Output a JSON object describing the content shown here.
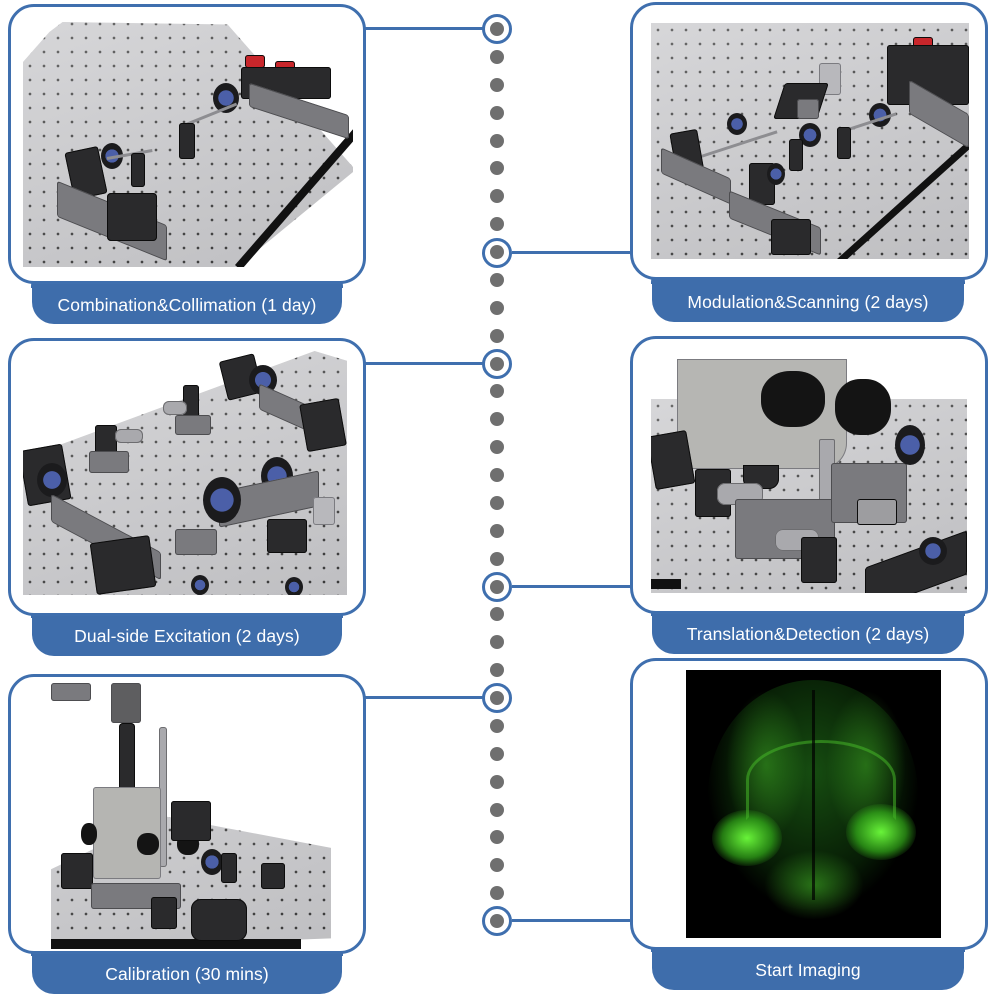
{
  "diagram": {
    "type": "timeline",
    "accent_color": "#3f6fae",
    "tab_color": "#3e6dab",
    "dot_color": "#6f6f6f",
    "steps": [
      {
        "id": "combination",
        "label": "Combination&Collimation (1 day)",
        "side": "left",
        "order": 1,
        "image": "optical-breadboard-laser-combination-render"
      },
      {
        "id": "modulation",
        "label": "Modulation&Scanning (2 days)",
        "side": "right",
        "order": 2,
        "image": "optical-breadboard-modulation-scanning-render"
      },
      {
        "id": "dual-side",
        "label": "Dual-side Excitation (2 days)",
        "side": "left",
        "order": 3,
        "image": "optical-breadboard-dual-side-excitation-render"
      },
      {
        "id": "translation",
        "label": "Translation&Detection (2 days)",
        "side": "right",
        "order": 4,
        "image": "microscope-detection-arm-render"
      },
      {
        "id": "calibration",
        "label": "Calibration (30 mins)",
        "side": "left",
        "order": 5,
        "image": "assembled-microscope-render"
      },
      {
        "id": "imaging",
        "label": "Start Imaging",
        "side": "right",
        "order": 6,
        "image": "green-fluorescent-mouse-brain"
      }
    ],
    "timeline": {
      "dot_count": 33,
      "ring_positions_y": [
        29,
        253,
        364,
        587,
        698,
        921
      ]
    }
  }
}
